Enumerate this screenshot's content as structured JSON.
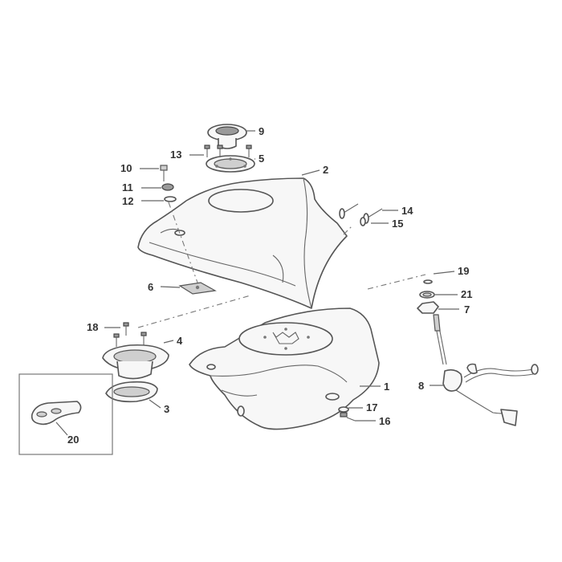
{
  "callouts": {
    "c1": "1",
    "c2": "2",
    "c3": "3",
    "c4": "4",
    "c5": "5",
    "c6": "6",
    "c7": "7",
    "c8": "8",
    "c9": "9",
    "c10": "10",
    "c11": "11",
    "c12": "12",
    "c13": "13",
    "c14": "14",
    "c15": "15",
    "c16": "16",
    "c17": "17",
    "c18": "18",
    "c19": "19",
    "c20": "20",
    "c21": "21"
  },
  "colors": {
    "line": "#555555",
    "fill": "#f7f7f7",
    "label": "#333333"
  }
}
